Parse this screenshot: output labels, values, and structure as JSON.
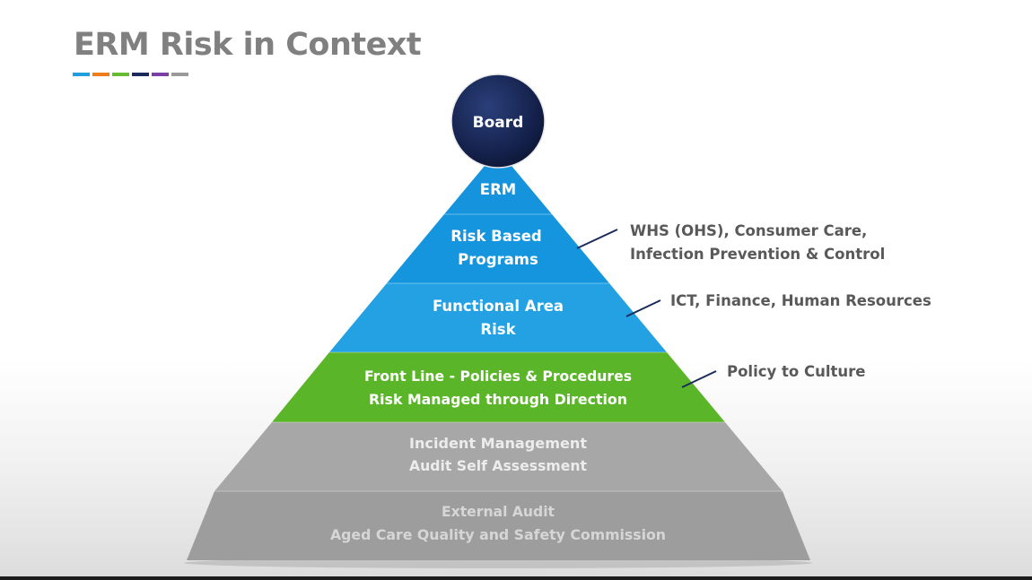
{
  "slide": {
    "title": "ERM Risk in Context",
    "title_bar_colors": [
      "#1f9fe0",
      "#f07c1a",
      "#66bb33",
      "#1b2a5a",
      "#7c3fa8",
      "#9a9a9a"
    ]
  },
  "pyramid": {
    "apex": {
      "label": "Board",
      "color": "#1a2b5c"
    },
    "levels": [
      {
        "lines": [
          "ERM"
        ],
        "color": "#1593dc"
      },
      {
        "lines": [
          "Risk Based",
          "Programs"
        ],
        "color": "#1595dd"
      },
      {
        "lines": [
          "Functional Area",
          "Risk"
        ],
        "color": "#24a1e3"
      },
      {
        "lines": [
          "Front Line - Policies & Procedures",
          "Risk Managed through Direction"
        ],
        "color": "#5bb529"
      },
      {
        "lines": [
          "Incident Management",
          "Audit Self Assessment"
        ],
        "color": "#a7a7a7"
      },
      {
        "lines": [
          "External Audit",
          "Aged Care Quality and Safety Commission"
        ],
        "color": "#9d9d9d"
      }
    ]
  },
  "annotations": [
    {
      "lines": [
        "WHS (OHS), Consumer Care,",
        "Infection Prevention & Control"
      ]
    },
    {
      "lines": [
        "ICT, Finance, Human Resources"
      ]
    },
    {
      "lines": [
        "Policy to Culture"
      ]
    }
  ]
}
